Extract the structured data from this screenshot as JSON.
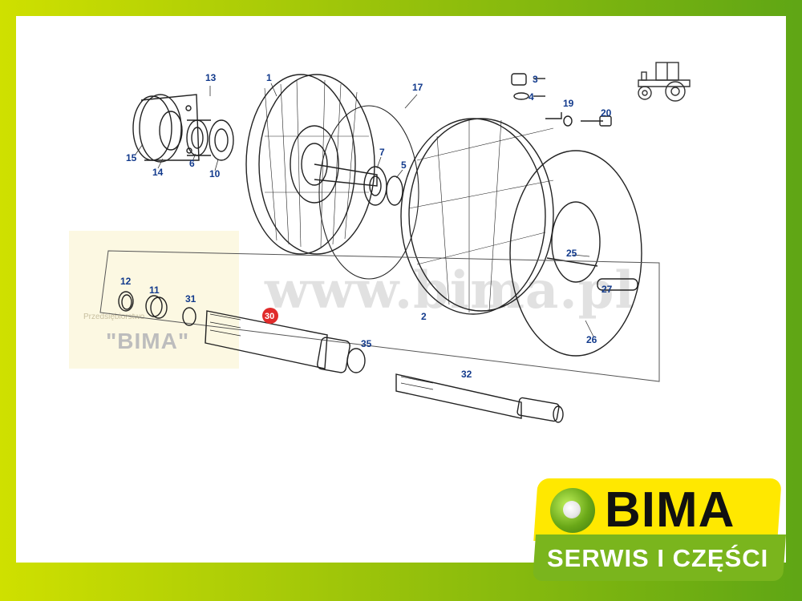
{
  "watermark": {
    "url": "www.bima.pl",
    "stamp_line": "Przedsiębiorstwo",
    "stamp_name": "\"BIMA\""
  },
  "logo": {
    "brand": "BIMA",
    "tagline": "SERWIS I CZĘŚCI"
  },
  "callouts": {
    "c1": "1",
    "c2": "2",
    "c3": "3",
    "c4": "4",
    "c5": "5",
    "c6": "6",
    "c7": "7",
    "c10": "10",
    "c11": "11",
    "c12": "12",
    "c13": "13",
    "c14": "14",
    "c15": "15",
    "c17": "17",
    "c19": "19",
    "c20": "20",
    "c25": "25",
    "c26": "26",
    "c27": "27",
    "c30": "30",
    "c31": "31",
    "c32": "32",
    "c35": "35"
  },
  "highlight_color": "#e02a2a",
  "callout_color": "#123a8c"
}
